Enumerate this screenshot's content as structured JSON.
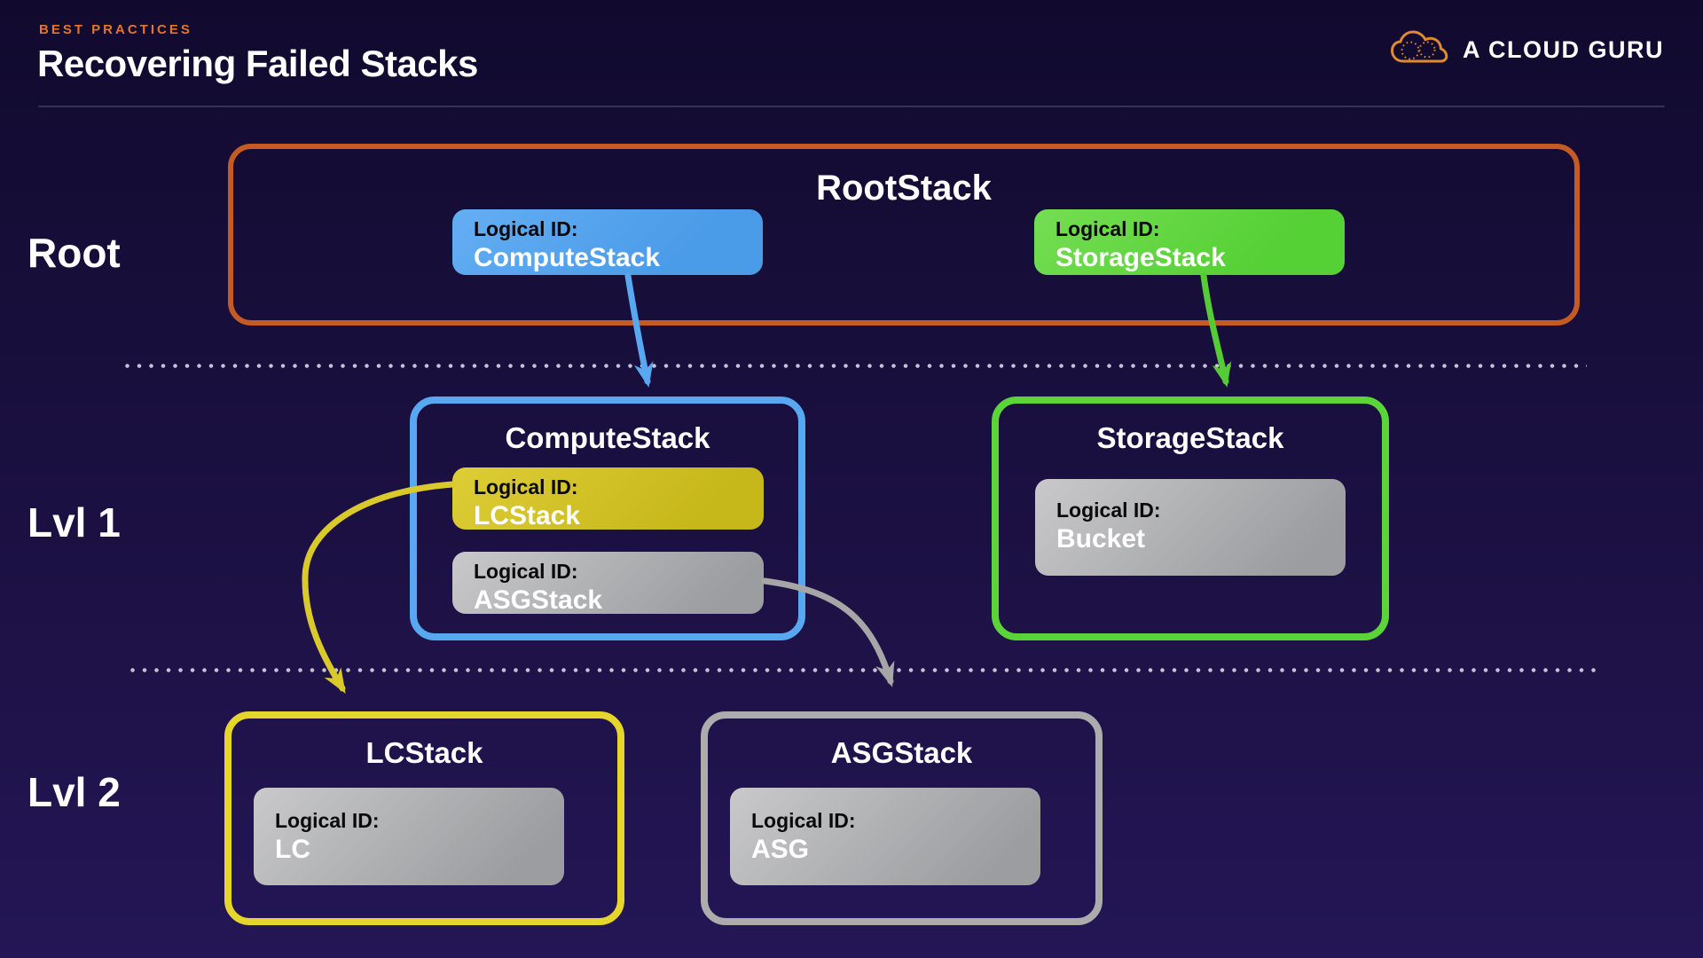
{
  "header": {
    "kicker": "BEST PRACTICES",
    "title": "Recovering Failed Stacks",
    "logo_text": "A CLOUD GURU"
  },
  "rows": [
    {
      "label": "Root"
    },
    {
      "label": "Lvl 1"
    },
    {
      "label": "Lvl 2"
    }
  ],
  "diagram": {
    "root": {
      "title": "RootStack",
      "chips": [
        {
          "label": "Logical ID:",
          "value": "ComputeStack",
          "color": "#4a9be8"
        },
        {
          "label": "Logical ID:",
          "value": "StorageStack",
          "color": "#55d035"
        }
      ]
    },
    "lvl1": [
      {
        "title": "ComputeStack",
        "border_color": "#58a7f1",
        "chips": [
          {
            "label": "Logical ID:",
            "value": "LCStack",
            "color": "#cfc024"
          },
          {
            "label": "Logical ID:",
            "value": "ASGStack",
            "color": "#adadaf"
          }
        ]
      },
      {
        "title": "StorageStack",
        "border_color": "#5bd43a",
        "chips": [
          {
            "label": "Logical ID:",
            "value": "Bucket",
            "color": "#adadaf"
          }
        ]
      }
    ],
    "lvl2": [
      {
        "title": "LCStack",
        "border_color": "#e6d52b",
        "chips": [
          {
            "label": "Logical ID:",
            "value": "LC",
            "color": "#adadaf"
          }
        ]
      },
      {
        "title": "ASGStack",
        "border_color": "#acacac",
        "chips": [
          {
            "label": "Logical ID:",
            "value": "ASG",
            "color": "#adadaf"
          }
        ]
      }
    ],
    "arrows": [
      {
        "name": "root-to-computestack",
        "color": "#58a7f1"
      },
      {
        "name": "root-to-storagestack",
        "color": "#55cc35"
      },
      {
        "name": "computestack-to-lcstack",
        "color": "#d9c92a"
      },
      {
        "name": "computestack-to-asgstack",
        "color": "#a6a6a6"
      }
    ]
  },
  "colors": {
    "background_top": "#110a2e",
    "background_bottom": "#241656",
    "accent_orange": "#e2762e",
    "root_border": "#c45a24",
    "dots": "#c6c2d4"
  }
}
